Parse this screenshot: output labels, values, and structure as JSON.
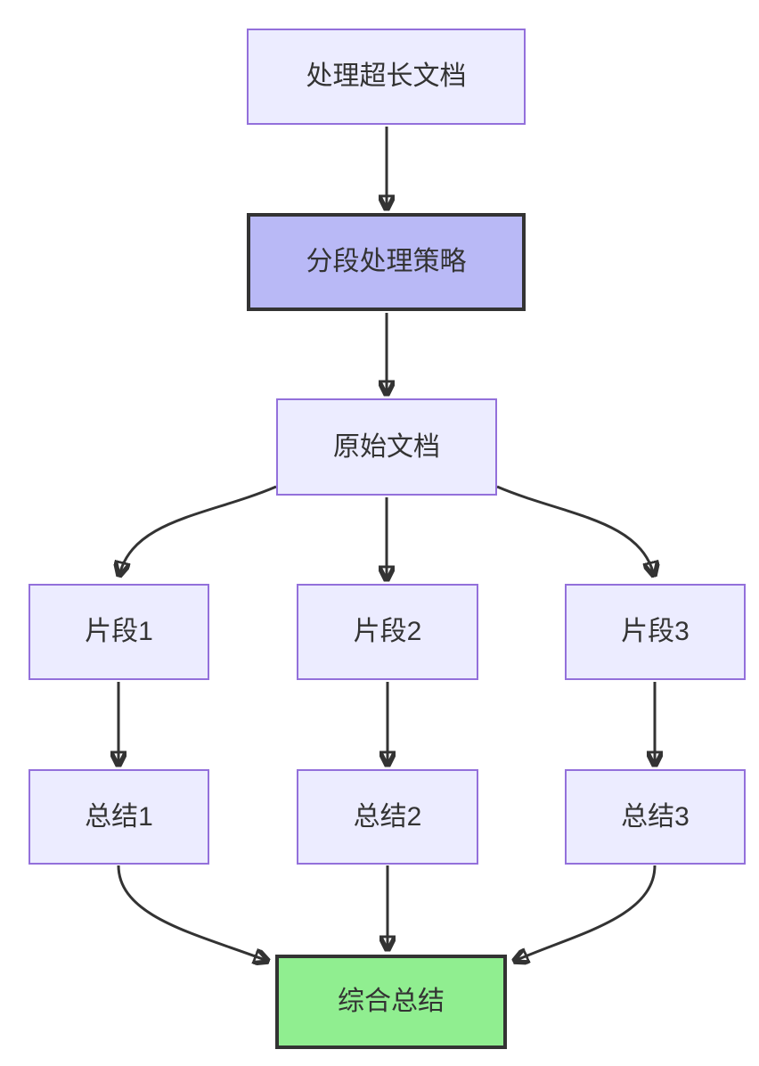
{
  "diagram": {
    "type": "flowchart",
    "direction": "top-down",
    "nodes": [
      {
        "id": "A",
        "label": "处理超长文档",
        "style": "default"
      },
      {
        "id": "B",
        "label": "分段处理策略",
        "style": "emphasis"
      },
      {
        "id": "C",
        "label": "原始文档",
        "style": "default"
      },
      {
        "id": "D1",
        "label": "片段1",
        "style": "default"
      },
      {
        "id": "D2",
        "label": "片段2",
        "style": "default"
      },
      {
        "id": "D3",
        "label": "片段3",
        "style": "default"
      },
      {
        "id": "E1",
        "label": "总结1",
        "style": "default"
      },
      {
        "id": "E2",
        "label": "总结2",
        "style": "default"
      },
      {
        "id": "E3",
        "label": "总结3",
        "style": "default"
      },
      {
        "id": "F",
        "label": "综合总结",
        "style": "result"
      }
    ],
    "edges": [
      {
        "from": "处理超长文档",
        "to": "分段处理策略"
      },
      {
        "from": "分段处理策略",
        "to": "原始文档"
      },
      {
        "from": "原始文档",
        "to": "片段1"
      },
      {
        "from": "原始文档",
        "to": "片段2"
      },
      {
        "from": "原始文档",
        "to": "片段3"
      },
      {
        "from": "片段1",
        "to": "总结1"
      },
      {
        "from": "片段2",
        "to": "总结2"
      },
      {
        "from": "片段3",
        "to": "总结3"
      },
      {
        "from": "总结1",
        "to": "综合总结"
      },
      {
        "from": "总结2",
        "to": "综合总结"
      },
      {
        "from": "总结3",
        "to": "综合总结"
      }
    ],
    "colors": {
      "node_fill": "#ECECFF",
      "node_border": "#9370DB",
      "emphasis_fill": "#B9B9F6",
      "emphasis_border": "#333333",
      "result_fill": "#90EE90",
      "result_border": "#333333",
      "edge": "#333333",
      "text": "#333333",
      "background": "#FFFFFF"
    }
  }
}
